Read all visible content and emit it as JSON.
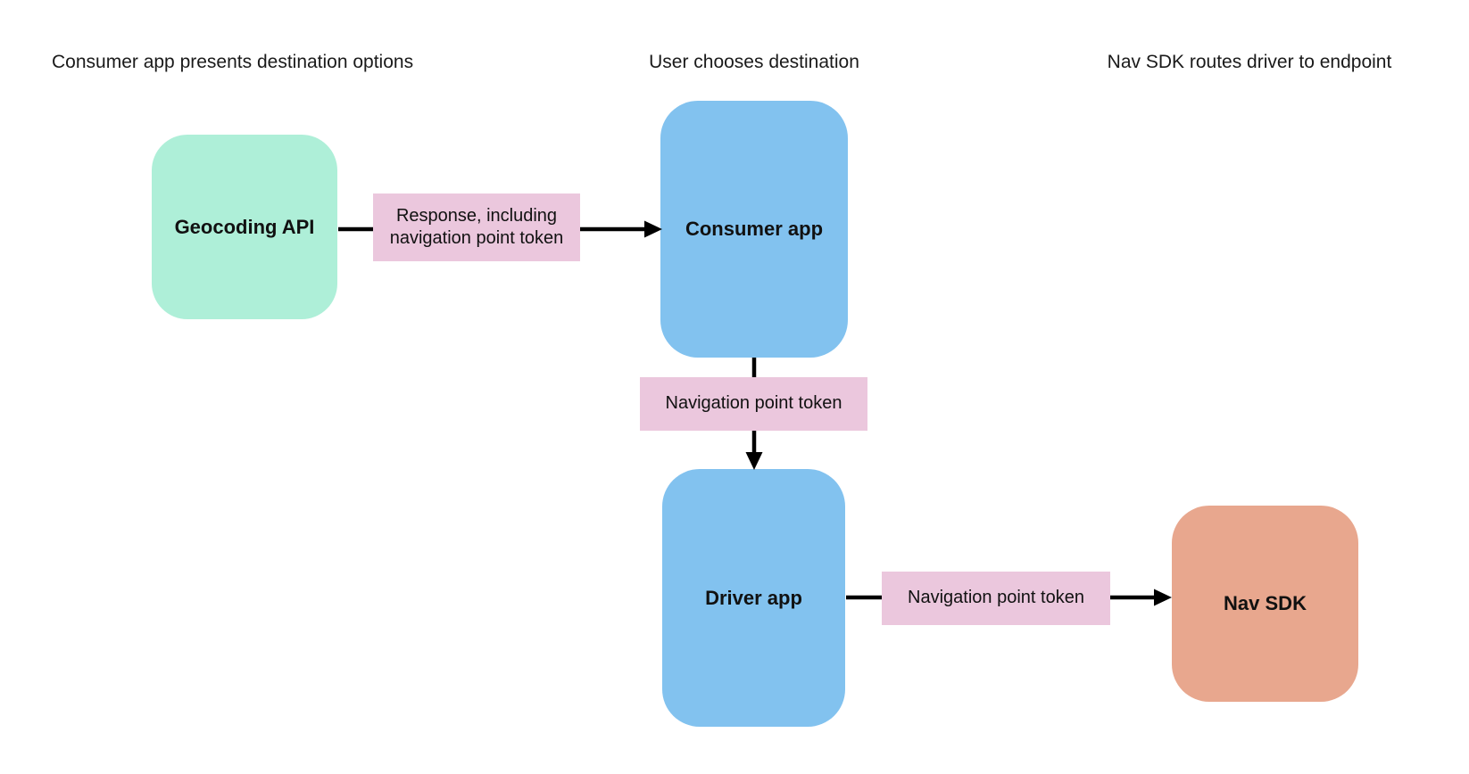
{
  "diagram": {
    "headers": [
      {
        "label": "Consumer app presents destination options"
      },
      {
        "label": "User chooses destination"
      },
      {
        "label": "Nav SDK routes driver to endpoint"
      }
    ],
    "nodes": [
      {
        "id": "geocoding-api",
        "label": "Geocoding API",
        "color": "#aeefd8"
      },
      {
        "id": "consumer-app",
        "label": "Consumer app",
        "color": "#82c2ef"
      },
      {
        "id": "driver-app",
        "label": "Driver app",
        "color": "#82c2ef"
      },
      {
        "id": "nav-sdk",
        "label": "Nav SDK",
        "color": "#e8a78e"
      }
    ],
    "edges": [
      {
        "from": "Geocoding API",
        "to": "Consumer app",
        "label": "Response, including navigation point token"
      },
      {
        "from": "Consumer app",
        "to": "Driver app",
        "label": "Navigation point token"
      },
      {
        "from": "Driver app",
        "to": "Nav SDK",
        "label": "Navigation point token"
      }
    ],
    "colors": {
      "background": "#ffffff",
      "edge_label_bg": "#ebc7dd",
      "arrow": "#000000",
      "node_green": "#aeefd8",
      "node_blue": "#82c2ef",
      "node_orange": "#e8a78e",
      "text": "#1a1a1a"
    }
  }
}
